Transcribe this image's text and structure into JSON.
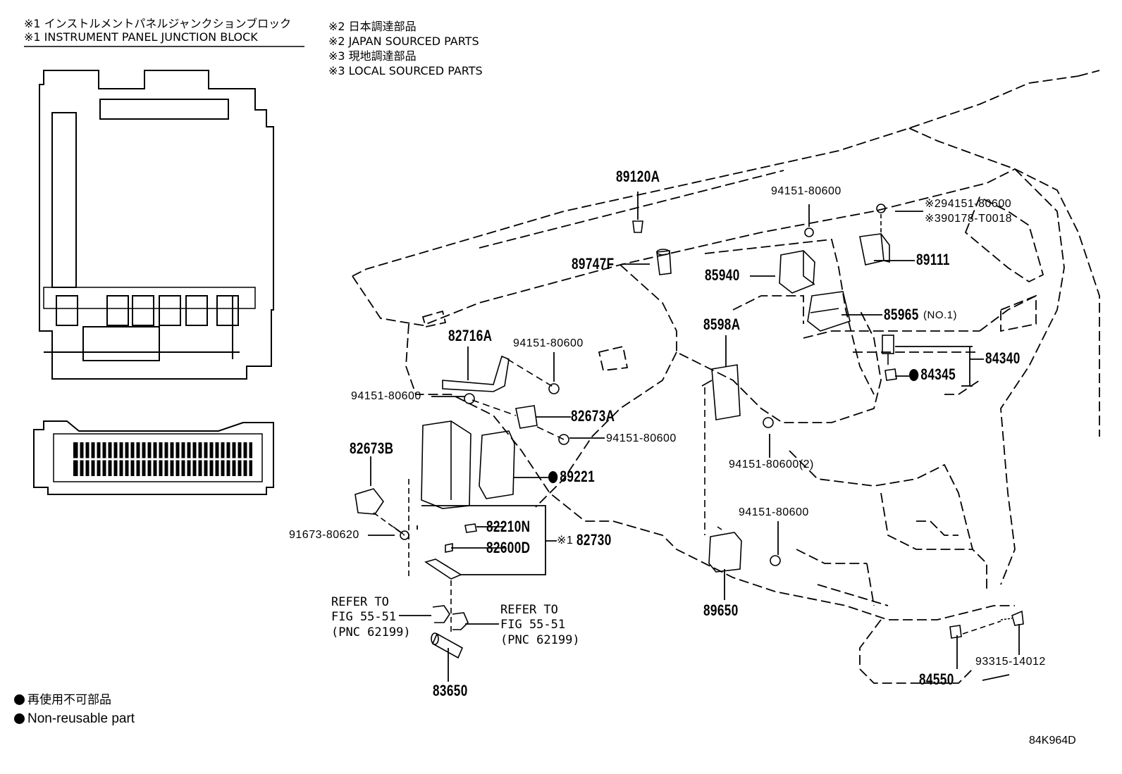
{
  "notes": {
    "note1_jp": "※1 インストルメントパネルジャンクションブロック",
    "note1_en": "※1 INSTRUMENT PANEL JUNCTION BLOCK",
    "note2_jp": "※2 日本調達部品",
    "note2_en": "※2 JAPAN SOURCED PARTS",
    "note3_jp": "※3 現地調達部品",
    "note3_en": "※3 LOCAL SOURCED PARTS"
  },
  "legend": {
    "jp": "再使用不可部品",
    "en": "Non-reusable part"
  },
  "diagram_id": "84K964D",
  "parts": {
    "p89120A": "89120A",
    "p94151_top": "94151-80600",
    "p_s2": "※294151-80600",
    "p_s3": "※390178-T0018",
    "p89747F": "89747F",
    "p85940": "85940",
    "p89111": "89111",
    "p85965": "85965",
    "p85965_note": "(NO.1)",
    "p82716A": "82716A",
    "p94151_a": "94151-80600",
    "p8598A": "8598A",
    "p84340": "84340",
    "p84345": "84345",
    "p94151_b": "94151-80600",
    "p82673A": "82673A",
    "p94151_c": "94151-80600",
    "p94151_d": "94151-80600(2)",
    "p82673B": "82673B",
    "p89221": "89221",
    "p94151_e": "94151-80600",
    "p91673": "91673-80620",
    "p82210N": "82210N",
    "p82600D": "82600D",
    "p82730_prefix": "※1",
    "p82730": "82730",
    "p89650": "89650",
    "refer_left": "REFER TO\nFIG 55-51\n(PNC 62199)",
    "refer_right": "REFER TO\nFIG 55-51\n(PNC 62199)",
    "p83650": "83650",
    "p84550": "84550",
    "p93315": "93315-14012"
  }
}
